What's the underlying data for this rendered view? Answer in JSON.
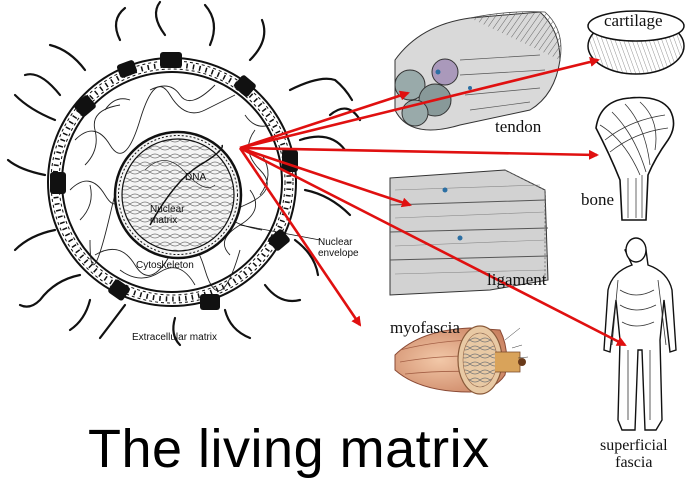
{
  "title": "The living matrix",
  "cell_labels": {
    "dna": "DNA",
    "nuclear_matrix": "Nuclear\nmatrix",
    "nuclear_envelope": "Nuclear\nenvelope",
    "cytoskeleton": "Cytoskeleton",
    "extracellular_matrix": "Extracellular matrix"
  },
  "tissue_labels": {
    "cartilage": "cartilage",
    "tendon": "tendon",
    "bone": "bone",
    "ligament": "ligament",
    "myofascia": "myofascia",
    "superficial_fascia": "superficial\nfascia"
  },
  "colors": {
    "arrow": "#e01010",
    "ink": "#111111",
    "title": "#000000"
  }
}
